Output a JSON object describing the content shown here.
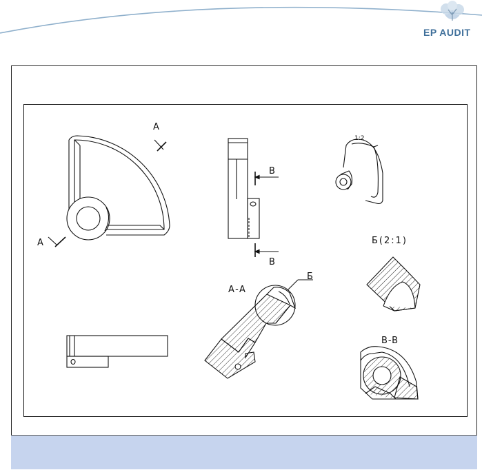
{
  "header": {
    "logo_text": "EP AUDIT",
    "logo_color": "#3f6f9a",
    "arc_color": "#8fb0cc"
  },
  "drawing": {
    "section_marks": {
      "a_top": "A",
      "a_left": "A",
      "v_top": "B",
      "v_bottom": "B"
    },
    "iso_scale": "1:2",
    "detail_label": "Б(2:1)",
    "section_aa_label": "A-A",
    "detail_callout": "Б",
    "section_vv_label": "B-B"
  },
  "caption_bar": {
    "color": "#c6d4ee",
    "text": ""
  }
}
